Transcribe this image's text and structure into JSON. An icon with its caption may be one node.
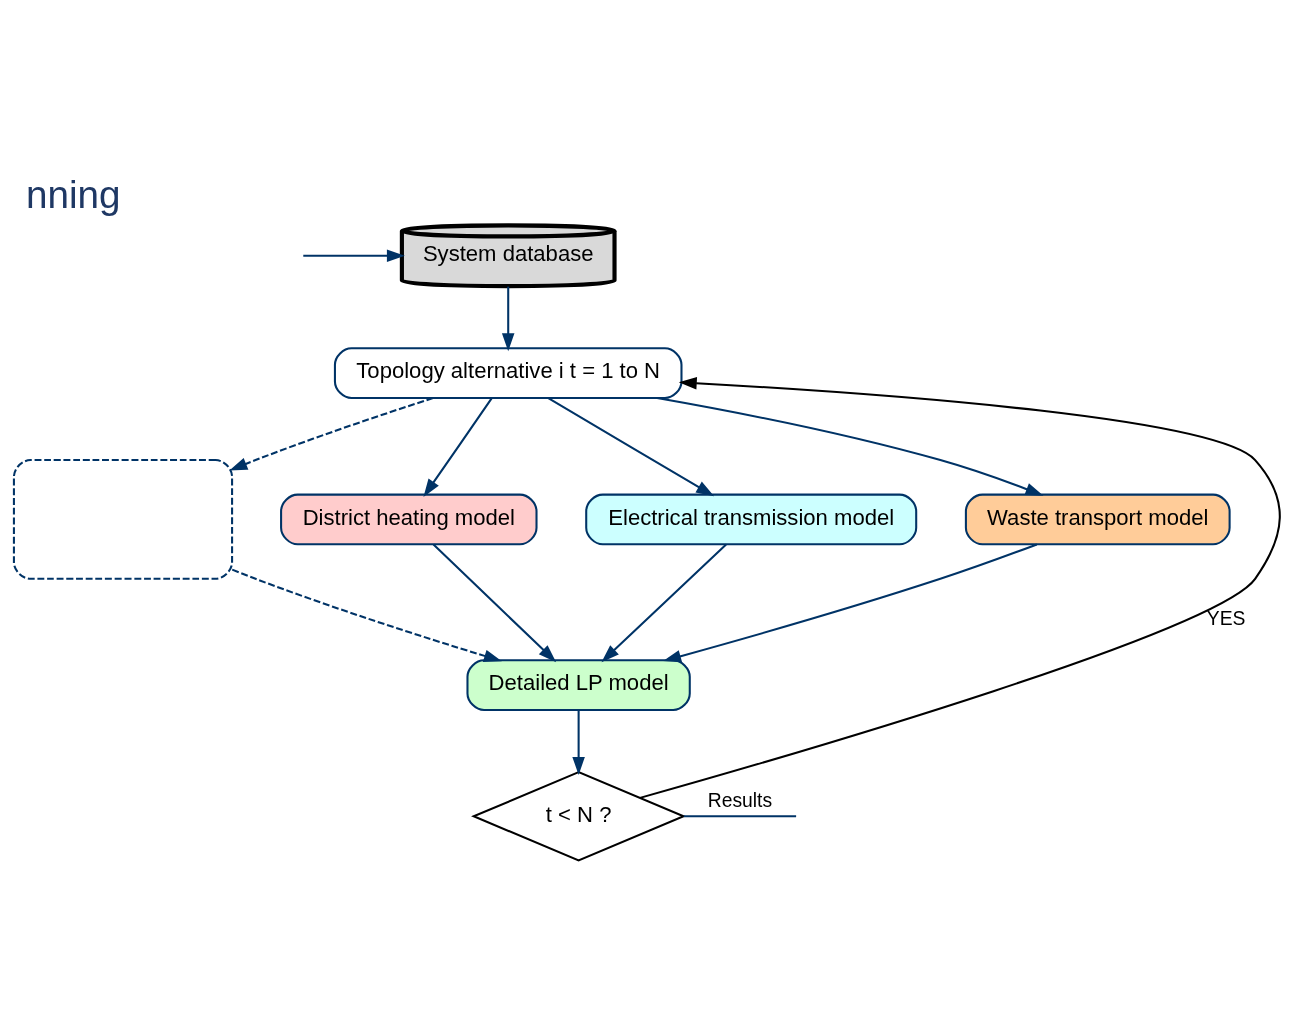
{
  "diagram": {
    "title": "nning",
    "nodes": [
      {
        "text": [
          "System database"
        ]
      },
      {
        "text": [
          "Topology alternative i t = 1 to N"
        ]
      },
      {
        "text": [],
        "shape": "box"
      },
      {
        "text": [
          "District heating model"
        ]
      },
      {
        "text": [
          "Electrical transmission model"
        ]
      },
      {
        "text": [
          "Waste transport model"
        ]
      },
      {
        "text": [
          "Detailed LP model"
        ]
      },
      {
        "text": [
          "t < N ?"
        ]
      }
    ],
    "edges": [
      {
        "from": null,
        "to": 0,
        "arrow": "to"
      },
      {
        "from": 0,
        "to": 1,
        "arrow": "to"
      },
      {
        "from": 1,
        "to": 2,
        "arrow": "to",
        "style": "dashed"
      },
      {
        "from": 1,
        "to": 3,
        "arrow": "to"
      },
      {
        "from": 1,
        "to": 4,
        "arrow": "to"
      },
      {
        "from": 1,
        "to": 5,
        "arrow": "to"
      },
      {
        "from": 2,
        "to": 6,
        "arrow": "to",
        "style": "dashed"
      },
      {
        "from": 3,
        "to": 6,
        "arrow": "to"
      },
      {
        "from": 4,
        "to": 6,
        "arrow": "to"
      },
      {
        "from": 5,
        "to": 6,
        "arrow": "to"
      },
      {
        "from": 6,
        "to": 7,
        "arrow": "to"
      },
      {
        "from": 7,
        "to": 1,
        "arrow": "to",
        "label": "YES",
        "color": "#000000"
      },
      {
        "from": 7,
        "to": null,
        "arrow": "none",
        "label": "Results"
      }
    ]
  }
}
